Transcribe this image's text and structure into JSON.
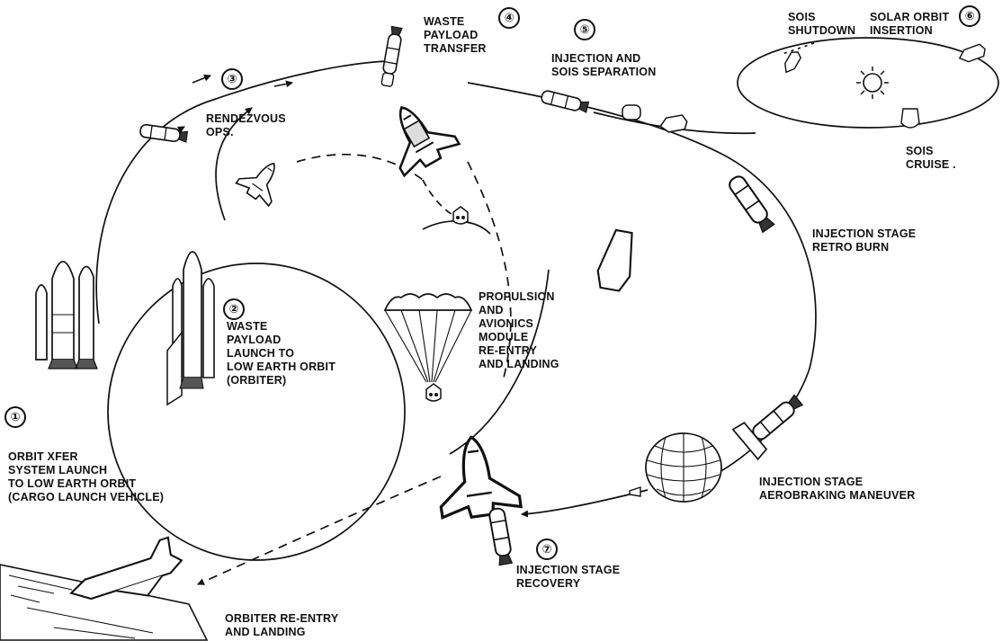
{
  "steps": [
    {
      "number": "①",
      "lines": [
        "ORBIT XFER",
        "SYSTEM LAUNCH",
        "TO LOW EARTH ORBIT",
        "(CARGO LAUNCH VEHICLE)"
      ]
    },
    {
      "number": "②",
      "lines": [
        "WASTE",
        "PAYLOAD",
        "LAUNCH TO",
        "LOW EARTH ORBIT",
        "(ORBITER)"
      ]
    },
    {
      "number": "③",
      "lines": [
        "RENDEZVOUS",
        "OPS."
      ]
    },
    {
      "number": "④",
      "lines": [
        "WASTE",
        "PAYLOAD",
        "TRANSFER"
      ]
    },
    {
      "number": "⑤",
      "lines": [
        "INJECTION AND",
        "SOIS SEPARATION"
      ]
    },
    {
      "number": "⑥",
      "lines": [
        "SOLAR ORBIT",
        "INSERTION"
      ]
    },
    {
      "number": "⑦",
      "lines": [
        "INJECTION STAGE",
        "RECOVERY"
      ]
    }
  ],
  "labels": {
    "sois_shutdown": [
      "SOIS",
      "SHUTDOWN"
    ],
    "sois_cruise": [
      "SOIS",
      "CRUISE ."
    ],
    "retro_burn": [
      "INJECTION STAGE",
      "RETRO BURN"
    ],
    "pam_reentry": [
      "PROPULSION",
      "AND",
      "AVIONICS",
      "MODULE",
      "RE-ENTRY",
      "AND LANDING"
    ],
    "aerobraking": [
      "INJECTION STAGE",
      "AEROBRAKING MANEUVER"
    ],
    "orbiter_landing": [
      "ORBITER RE-ENTRY",
      "AND LANDING"
    ]
  },
  "icons": [
    "space-shuttle-icon",
    "rocket-icon",
    "sun-icon",
    "parachute-icon",
    "balloon-icon",
    "runway-icon"
  ],
  "colors": {
    "ink": "#111111",
    "paper": "#ffffff"
  }
}
